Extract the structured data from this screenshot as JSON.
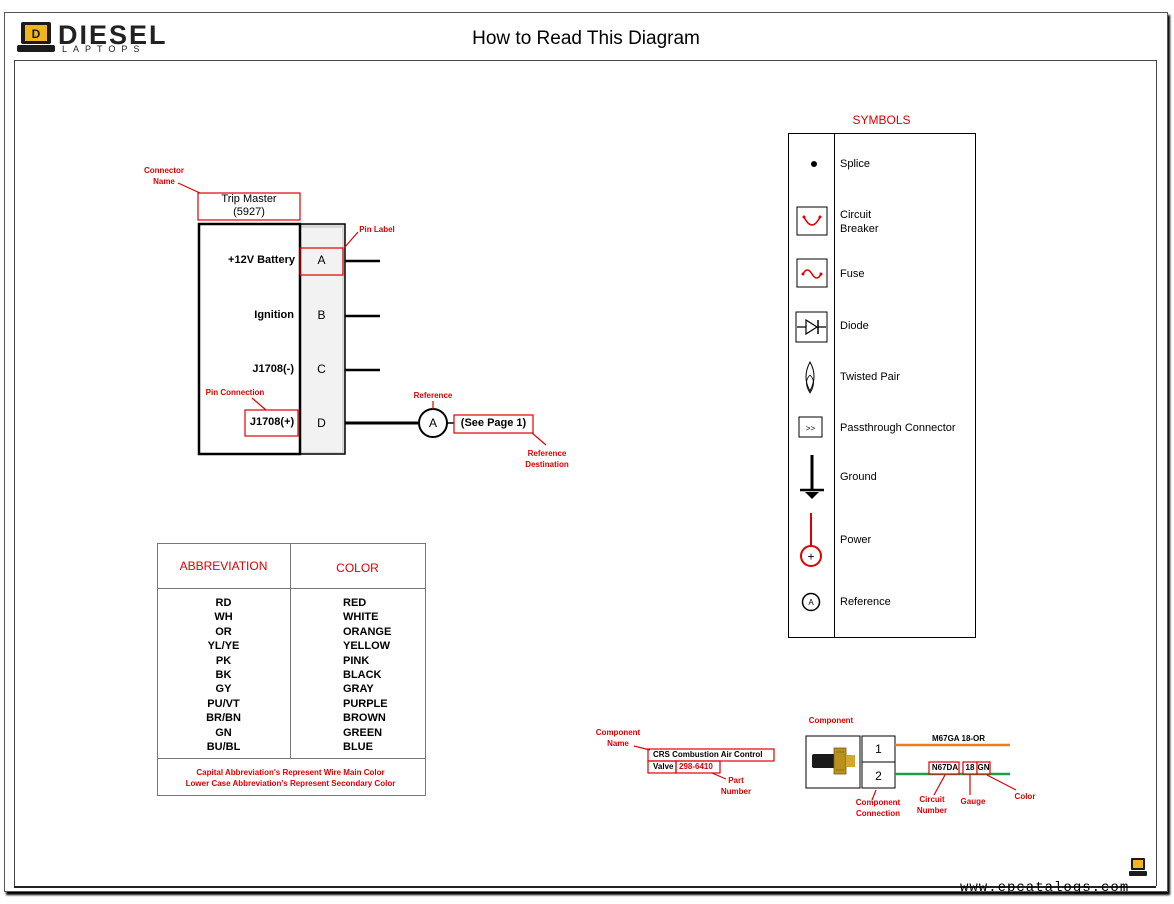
{
  "header": {
    "logo_name": "DIESEL",
    "logo_tag": "LAPTOPS",
    "logo_badge": "D",
    "title": "How to Read This Diagram"
  },
  "connector": {
    "name_label": "Connector\nName",
    "name_line1": "Trip Master",
    "name_line2": "(5927)",
    "pin_label_caption": "Pin Label",
    "pin_connection_caption": "Pin Connection",
    "pins": [
      {
        "letter": "A",
        "function": "+12V Battery"
      },
      {
        "letter": "B",
        "function": "Ignition"
      },
      {
        "letter": "C",
        "function": "J1708(-)"
      },
      {
        "letter": "D",
        "function": "J1708(+)"
      }
    ],
    "reference_caption": "Reference",
    "reference_letter": "A",
    "reference_destination_box": "(See Page 1)",
    "reference_destination_caption": "Reference\nDestination"
  },
  "symbols": {
    "heading": "SYMBOLS",
    "items": [
      {
        "icon": "splice-dot-icon",
        "label": "Splice"
      },
      {
        "icon": "circuit-breaker-icon",
        "label": "Circuit\nBreaker"
      },
      {
        "icon": "fuse-icon",
        "label": "Fuse"
      },
      {
        "icon": "diode-icon",
        "label": "Diode"
      },
      {
        "icon": "twisted-pair-icon",
        "label": "Twisted Pair"
      },
      {
        "icon": "passthrough-connector-icon",
        "label": "Passthrough Connector"
      },
      {
        "icon": "ground-icon",
        "label": "Ground"
      },
      {
        "icon": "power-icon",
        "label": "Power"
      },
      {
        "icon": "reference-icon",
        "label": "Reference"
      }
    ],
    "passthrough_glyph": ">>",
    "power_glyph": "+",
    "reference_glyph": "A"
  },
  "colors_table": {
    "col1_header": "ABBREVIATION",
    "col2_header": "COLOR",
    "abbreviations": [
      "RD",
      "WH",
      "OR",
      "YL/YE",
      "PK",
      "BK",
      "GY",
      "PU/VT",
      "BR/BN",
      "GN",
      "BU/BL"
    ],
    "colors": [
      "RED",
      "WHITE",
      "ORANGE",
      "YELLOW",
      "PINK",
      "BLACK",
      "GRAY",
      "PURPLE",
      "BROWN",
      "GREEN",
      "BLUE"
    ],
    "note_line1": "Capital Abbreviation's Represent Wire Main Color",
    "note_line2": "Lower Case Abbreviation's Represent Secondary Color"
  },
  "component_example": {
    "component_name_caption": "Component\nName",
    "name_line1": "CRS Combustion Air Control",
    "name_line2_prefix": "Valve",
    "part_number": "298-6410",
    "part_number_caption": "Part\nNumber",
    "component_caption": "Component",
    "connection_caption": "Component\nConnection",
    "pin1": "1",
    "pin2": "2",
    "wire1_label": "M67GA 18-OR",
    "circuit_number": "N67DA",
    "gauge": "18",
    "color_code": "GN",
    "circuit_caption": "Circuit\nNumber",
    "gauge_caption": "Gauge",
    "color_caption": "Color"
  },
  "footer": {
    "watermark": "www.epcatalogs.com"
  },
  "palette": {
    "accent_red": "#e00000",
    "wire_orange": "#f07c1e",
    "wire_green": "#1aa04a",
    "logo_gold": "#f2b51e"
  }
}
